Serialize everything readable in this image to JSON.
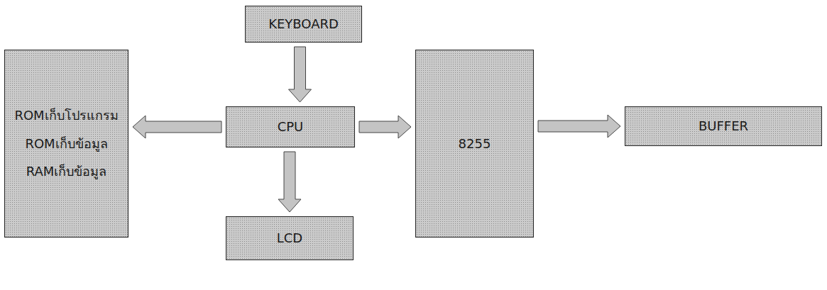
{
  "diagram": {
    "nodes": [
      {
        "text": [
          "KEYBOARD"
        ]
      },
      {
        "text": [
          "ROMเก็บโปรแกรม",
          "ROMเก็บข้อมูล",
          "RAMเก็บข้อมูล"
        ]
      },
      {
        "text": [
          "CPU"
        ]
      },
      {
        "text": [
          "8255"
        ]
      },
      {
        "text": [
          "BUFFER"
        ]
      },
      {
        "text": [
          "LCD"
        ]
      }
    ],
    "edges": [
      {
        "from": 0,
        "to": 2,
        "arrow": "to"
      },
      {
        "from": 2,
        "to": 1,
        "arrow": "to"
      },
      {
        "from": 2,
        "to": 3,
        "arrow": "to"
      },
      {
        "from": 2,
        "to": 5,
        "arrow": "to"
      },
      {
        "from": 3,
        "to": 4,
        "arrow": "to"
      }
    ]
  }
}
